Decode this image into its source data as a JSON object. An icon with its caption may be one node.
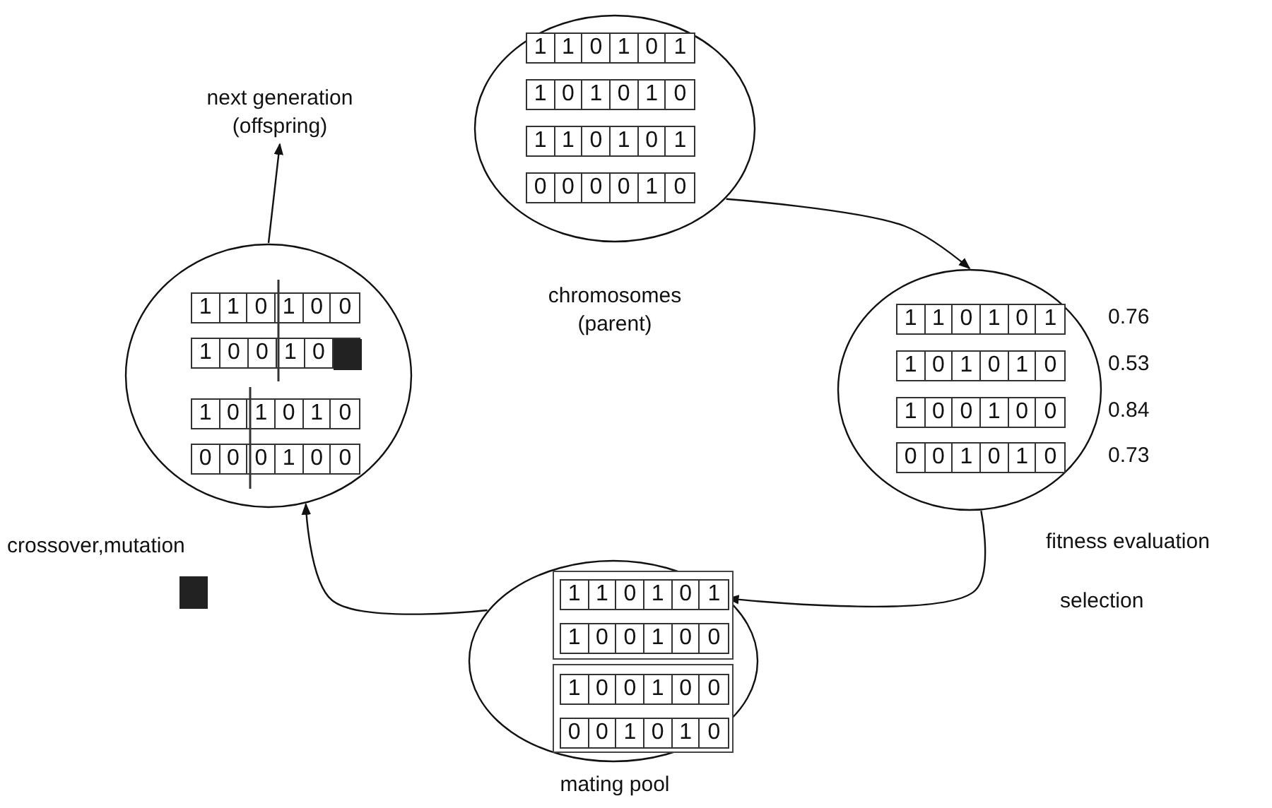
{
  "diagram": {
    "nodes": [
      {
        "text": [],
        "shape": "ellipse",
        "beside": [
          "chromosomes (parent)"
        ]
      },
      {
        "text": [
          "1",
          "1",
          "0",
          "1",
          "0",
          "1"
        ],
        "in": 0
      },
      {
        "text": [
          "1",
          "0",
          "1",
          "0",
          "1",
          "0"
        ],
        "in": 0
      },
      {
        "text": [
          "1",
          "1",
          "0",
          "1",
          "0",
          "1"
        ],
        "in": 0
      },
      {
        "text": [
          "0",
          "0",
          "0",
          "0",
          "1",
          "0"
        ],
        "in": 0
      },
      {
        "text": [],
        "shape": "ellipse",
        "beside": [
          "fitness evaluation"
        ]
      },
      {
        "text": [
          "1",
          "1",
          "0",
          "1",
          "0",
          "1"
        ],
        "in": 5,
        "beside": [
          "0.76"
        ]
      },
      {
        "text": [
          "1",
          "0",
          "1",
          "0",
          "1",
          "0"
        ],
        "in": 5,
        "beside": [
          "0.53"
        ]
      },
      {
        "text": [
          "1",
          "0",
          "0",
          "1",
          "0",
          "0"
        ],
        "in": 5,
        "beside": [
          "0.84"
        ]
      },
      {
        "text": [
          "0",
          "0",
          "1",
          "0",
          "1",
          "0"
        ],
        "in": 5,
        "beside": [
          "0.73"
        ]
      },
      {
        "text": [],
        "shape": "ellipse",
        "beside": [
          "mating pool"
        ]
      },
      {
        "text": [],
        "shape": "box",
        "in": 10
      },
      {
        "text": [
          "1",
          "1",
          "0",
          "1",
          "0",
          "1"
        ],
        "in": 11
      },
      {
        "text": [
          "1",
          "0",
          "0",
          "1",
          "0",
          "0"
        ],
        "in": 11
      },
      {
        "text": [],
        "shape": "box",
        "in": 10
      },
      {
        "text": [
          "1",
          "0",
          "0",
          "1",
          "0",
          "0"
        ],
        "in": 14
      },
      {
        "text": [
          "0",
          "0",
          "1",
          "0",
          "1",
          "0"
        ],
        "in": 14
      },
      {
        "text": [],
        "shape": "ellipse",
        "beside": [
          "crossover,mutation"
        ]
      },
      {
        "text": [
          "1",
          "1",
          "0",
          "1",
          "0",
          "0"
        ],
        "in": 17
      },
      {
        "text": [
          "1",
          "0",
          "0",
          "1",
          "0"
        ],
        "in": 17
      },
      {
        "text": [],
        "shape": "box",
        "in": 19
      },
      {
        "text": [
          "1",
          "0",
          "1",
          "0",
          "1",
          "0"
        ],
        "in": 17
      },
      {
        "text": [
          "0",
          "0",
          "0",
          "1",
          "0",
          "0"
        ],
        "in": 17
      },
      {
        "text": [
          "next generation (offspring)"
        ]
      }
    ],
    "edges": [
      {
        "from": 0,
        "to": 5,
        "arrow": "to"
      },
      {
        "from": 5,
        "to": 10,
        "arrow": "to",
        "label": "selection"
      },
      {
        "from": 10,
        "to": 17,
        "arrow": "to"
      },
      {
        "from": 17,
        "to": 23,
        "arrow": "to"
      }
    ]
  }
}
